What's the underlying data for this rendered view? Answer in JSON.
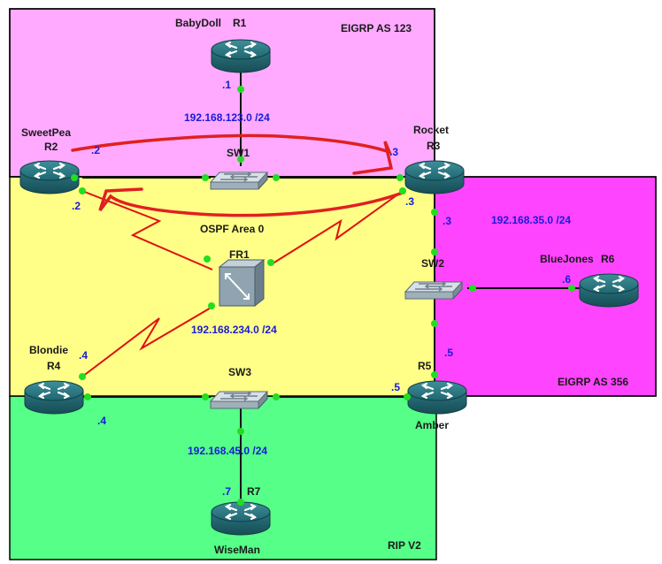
{
  "areas": {
    "eigrp123": "EIGRP AS 123",
    "ospf0": "OSPF Area 0",
    "eigrp356": "EIGRP AS 356",
    "rip": "RIP V2"
  },
  "colors": {
    "eigrp123": "#ffaaff",
    "ospf0": "#ffff88",
    "eigrp356": "#ff44ff",
    "rip": "#55ff88",
    "serial": "#e01010",
    "ethernet": "#111111",
    "port": "#22dd22",
    "annotation": "#e02020"
  },
  "routers": {
    "r1": {
      "name": "BabyDoll",
      "id": "R1"
    },
    "r2": {
      "name": "SweetPea",
      "id": "R2"
    },
    "r3": {
      "name": "Rocket",
      "id": "R3"
    },
    "r4": {
      "name": "Blondie",
      "id": "R4"
    },
    "r5": {
      "name": "Amber",
      "id": "R5"
    },
    "r6": {
      "name": "BlueJones",
      "id": "R6"
    },
    "r7": {
      "name": "WiseMan",
      "id": "R7"
    }
  },
  "switches": {
    "sw1": "SW1",
    "sw2": "SW2",
    "sw3": "SW3"
  },
  "frame_relay": "FR1",
  "networks": {
    "n123": "192.168.123.0 /24",
    "n234": "192.168.234.0 /24",
    "n35": "192.168.35.0 /24",
    "n45": "192.168.45.0 /24"
  },
  "interfaces": {
    "r1": ".1",
    "r2_eth": ".2",
    "r2_ser": ".2",
    "r3_eth": ".3",
    "r3_ser": ".3",
    "r3_sw2": ".3",
    "r4_ser": ".4",
    "r4_eth": ".4",
    "r5_sw2": ".5",
    "r5_sw3": ".5",
    "r6": ".6",
    "r7": ".7"
  }
}
